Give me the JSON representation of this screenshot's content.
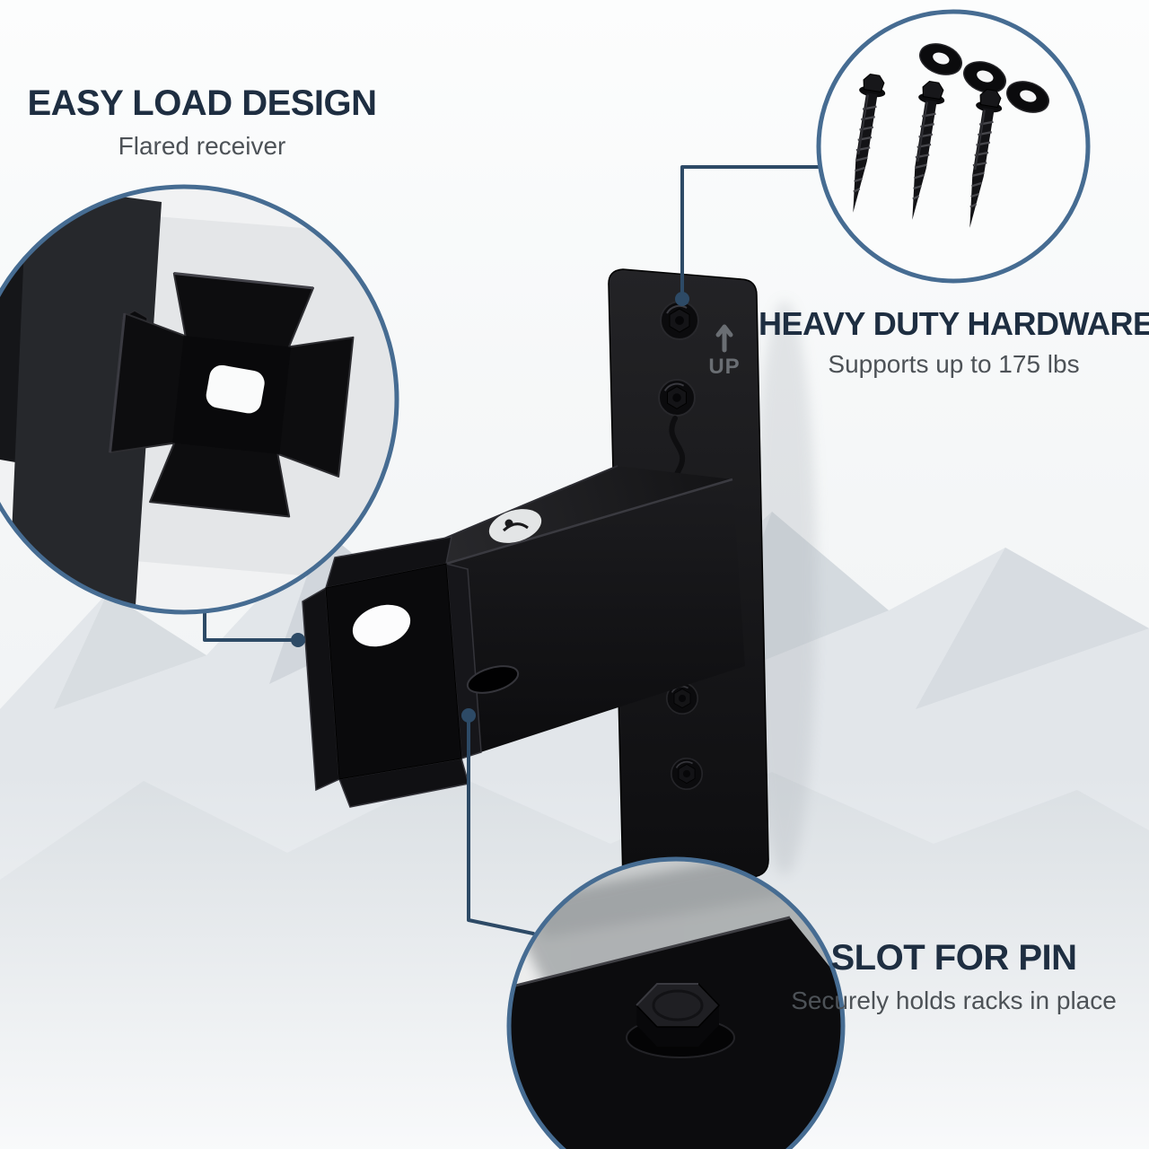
{
  "callouts": {
    "easy_load": {
      "title": "EASY LOAD DESIGN",
      "subtitle": "Flared receiver"
    },
    "heavy_duty": {
      "title": "HEAVY DUTY HARDWARE",
      "subtitle": "Supports up to 175 lbs"
    },
    "slot_pin": {
      "title": "SLOT FOR PIN",
      "subtitle": "Securely holds racks in place"
    }
  },
  "product": {
    "up_label": "UP"
  },
  "colors": {
    "accent_ring_blue": "#466c92",
    "connector_blue": "#2d4a66",
    "title_navy": "#1e2e41",
    "subtitle_gray": "#4d5257",
    "product_black": "#0d0d0f"
  }
}
